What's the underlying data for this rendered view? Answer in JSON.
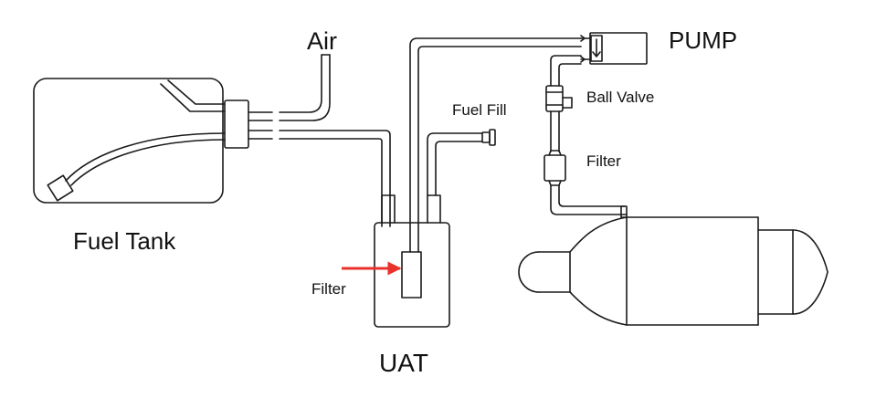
{
  "diagram": {
    "labels": {
      "air": "Air",
      "pump": "PUMP",
      "ball_valve": "Ball Valve",
      "fuel_fill": "Fuel Fill",
      "line_filter": "Filter",
      "fuel_tank": "Fuel Tank",
      "uat_filter": "Filter",
      "uat": "UAT"
    },
    "colors": {
      "line": "#1a1a1a",
      "arrow": "#e8322b",
      "background": "#ffffff"
    }
  }
}
